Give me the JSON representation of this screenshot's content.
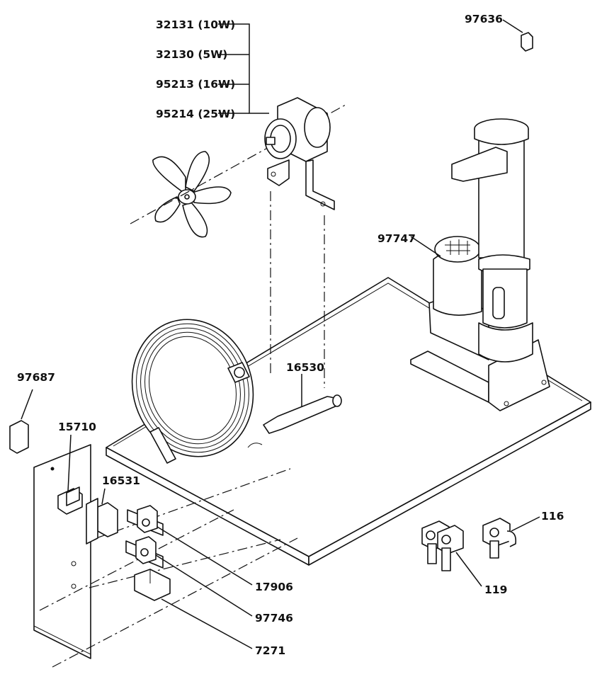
{
  "labels": {
    "motor_10w": "32131 (10W)",
    "motor_5w": "32130 (5W)",
    "motor_16w": "95213 (16W)",
    "motor_25w": "95214 (25W)",
    "cap": "97636",
    "pump": "97747",
    "probe": "16530",
    "cover": "97687",
    "switch": "15710",
    "relay": "16531",
    "valve_single": "116",
    "valve_double": "119",
    "thermostat": "17906",
    "thermostat_2": "97746",
    "transformer": "7271"
  },
  "colors": {
    "line": "#111111",
    "background": "#ffffff"
  }
}
